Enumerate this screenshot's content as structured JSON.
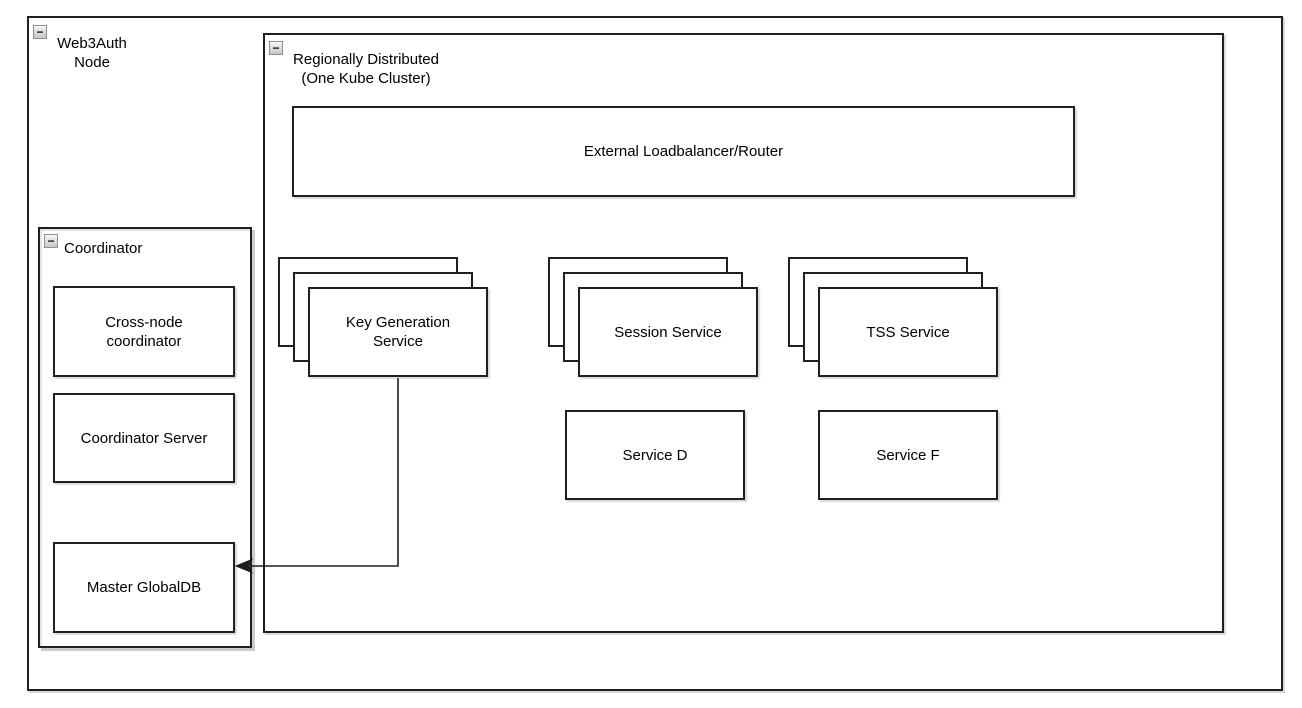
{
  "colors": {
    "stroke": "#1f1f1f",
    "background": "#ffffff",
    "shadow": "#cccccc",
    "collapse_bg": "#d9d9d9",
    "collapse_border": "#8f8f8f"
  },
  "groups": {
    "web3auth_node": {
      "label": "Web3Auth\nNode",
      "collapse_glyph": "−"
    },
    "regional_cluster": {
      "label": "Regionally Distributed\n(One Kube Cluster)",
      "collapse_glyph": "−"
    },
    "coordinator": {
      "label": "Coordinator",
      "collapse_glyph": "−"
    }
  },
  "nodes": {
    "external_loadbalancer": {
      "label": "External Loadbalancer/Router"
    },
    "key_generation_service": {
      "label": "Key Generation\nService",
      "stacked": true
    },
    "session_service": {
      "label": "Session Service",
      "stacked": true
    },
    "tss_service": {
      "label": "TSS Service",
      "stacked": true
    },
    "service_d": {
      "label": "Service D"
    },
    "service_f": {
      "label": "Service F"
    },
    "cross_node_coordinator": {
      "label": "Cross-node\ncoordinator"
    },
    "coordinator_server": {
      "label": "Coordinator Server"
    },
    "master_globaldb": {
      "label": "Master GlobalDB"
    }
  },
  "edges": [
    {
      "from": "key_generation_service",
      "to": "master_globaldb",
      "type": "arrow",
      "direction": "left"
    }
  ]
}
